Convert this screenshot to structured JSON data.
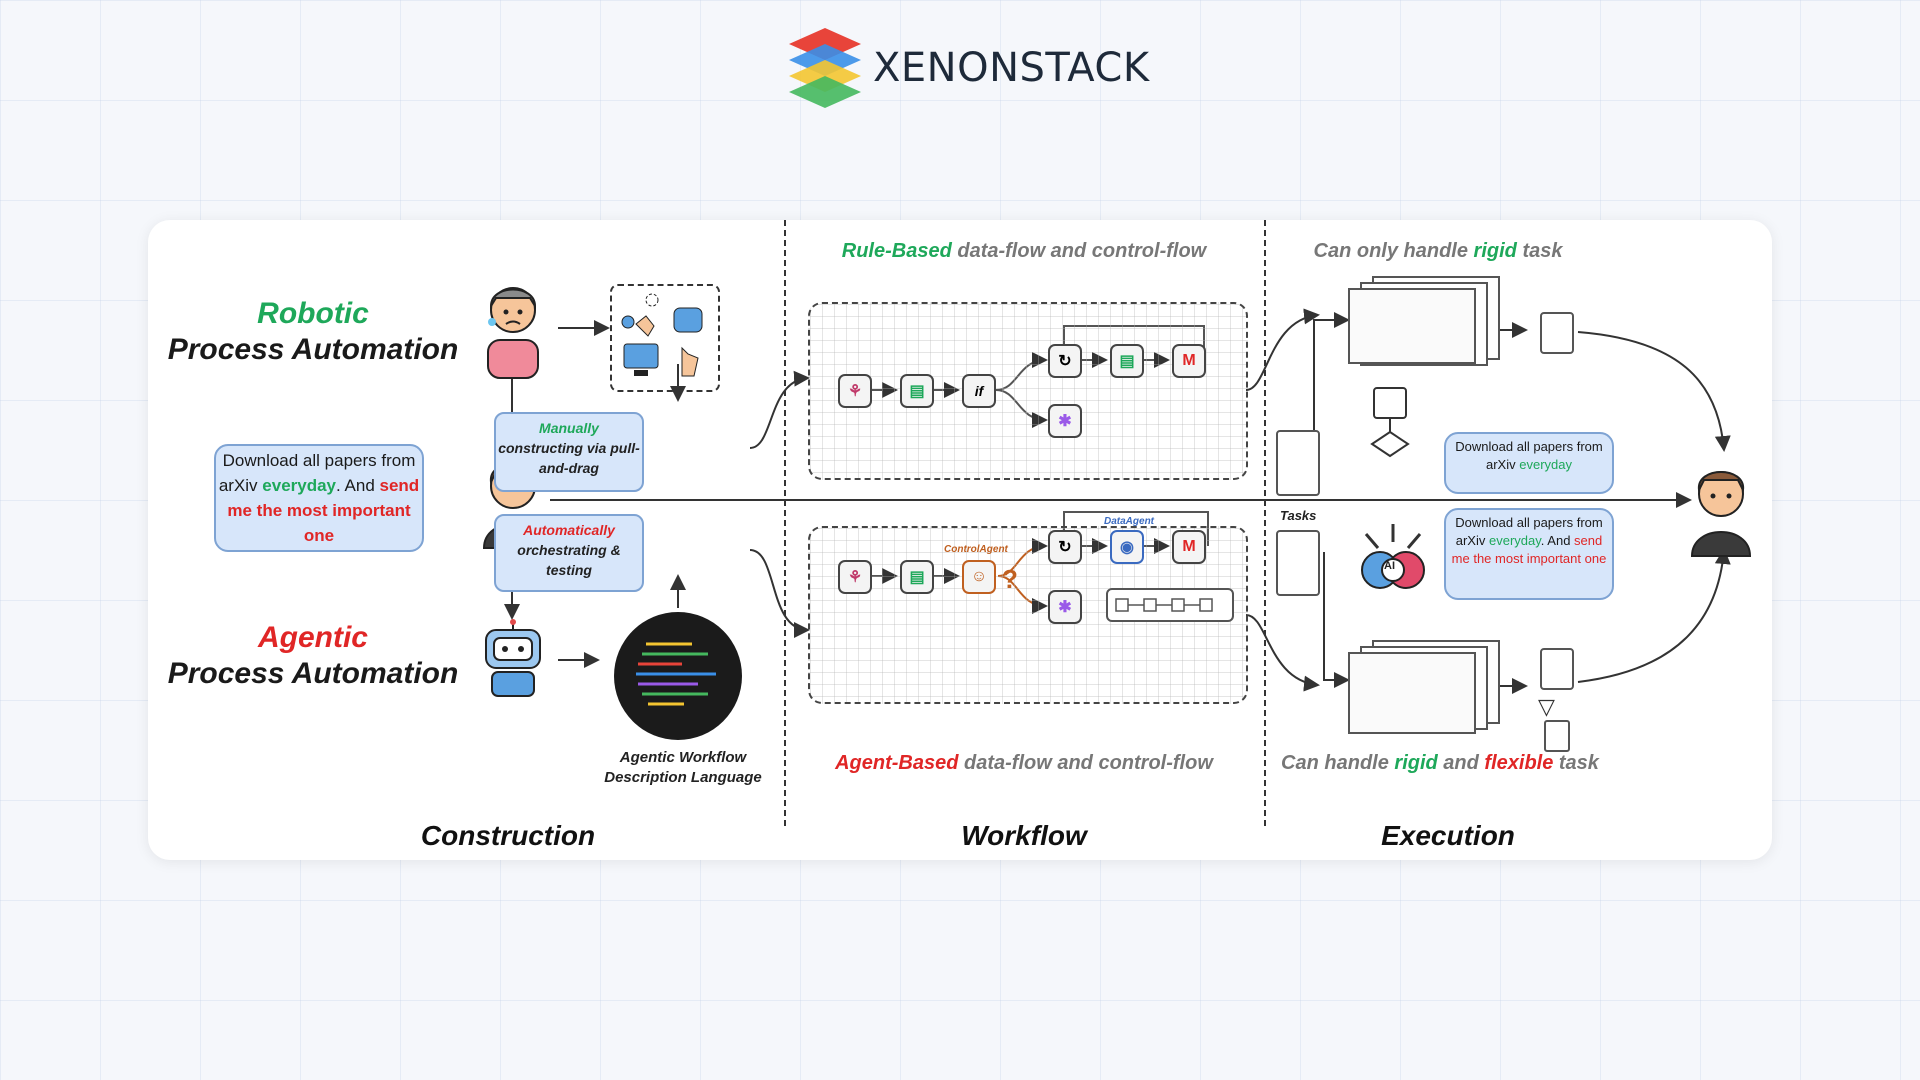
{
  "brand": {
    "name": "XENONSTACK"
  },
  "diagram": {
    "rpa_title": {
      "line1": "Robotic",
      "line2": "Process Automation"
    },
    "apa_title": {
      "line1": "Agentic",
      "line2": "Process Automation"
    },
    "user_request": {
      "part1": "Download all papers from arXiv ",
      "everyday": "everyday",
      "part2": ". And ",
      "send": "send me the most important one"
    },
    "manual_box": {
      "highlight": "Manually",
      "rest": "constructing via pull-and-drag"
    },
    "auto_box": {
      "highlight": "Automatically",
      "rest": "orchestrating & testing"
    },
    "awdl_label": "Agentic Workflow Description Language",
    "rule_caption": {
      "highlight": "Rule-Based",
      "rest": " data-flow and control-flow"
    },
    "agent_caption": {
      "highlight": "Agent-Based",
      "rest": " data-flow and control-flow"
    },
    "control_agent": "ControlAgent",
    "data_agent": "DataAgent",
    "if_node": "if",
    "rigid_caption": {
      "pre": "Can only handle ",
      "rigid": "rigid",
      "post": " task"
    },
    "flex_caption": {
      "pre": "Can handle ",
      "rigid": "rigid",
      "mid": " and ",
      "flexible": "flexible",
      "post": " task"
    },
    "tasks_label": "Tasks",
    "ai_label": "AI",
    "exec_bubble_top": {
      "part1": "Download all papers from arXiv ",
      "everyday": "everyday"
    },
    "exec_bubble_bottom": {
      "part1": "Download all papers from arXiv ",
      "everyday": "everyday",
      "part2": ". And ",
      "send": "send me the most important one"
    },
    "sections": {
      "construction": "Construction",
      "workflow": "Workflow",
      "execution": "Execution"
    },
    "colors": {
      "green": "#1ea85a",
      "red": "#e02626",
      "bubble": "#d7e6fa"
    }
  }
}
